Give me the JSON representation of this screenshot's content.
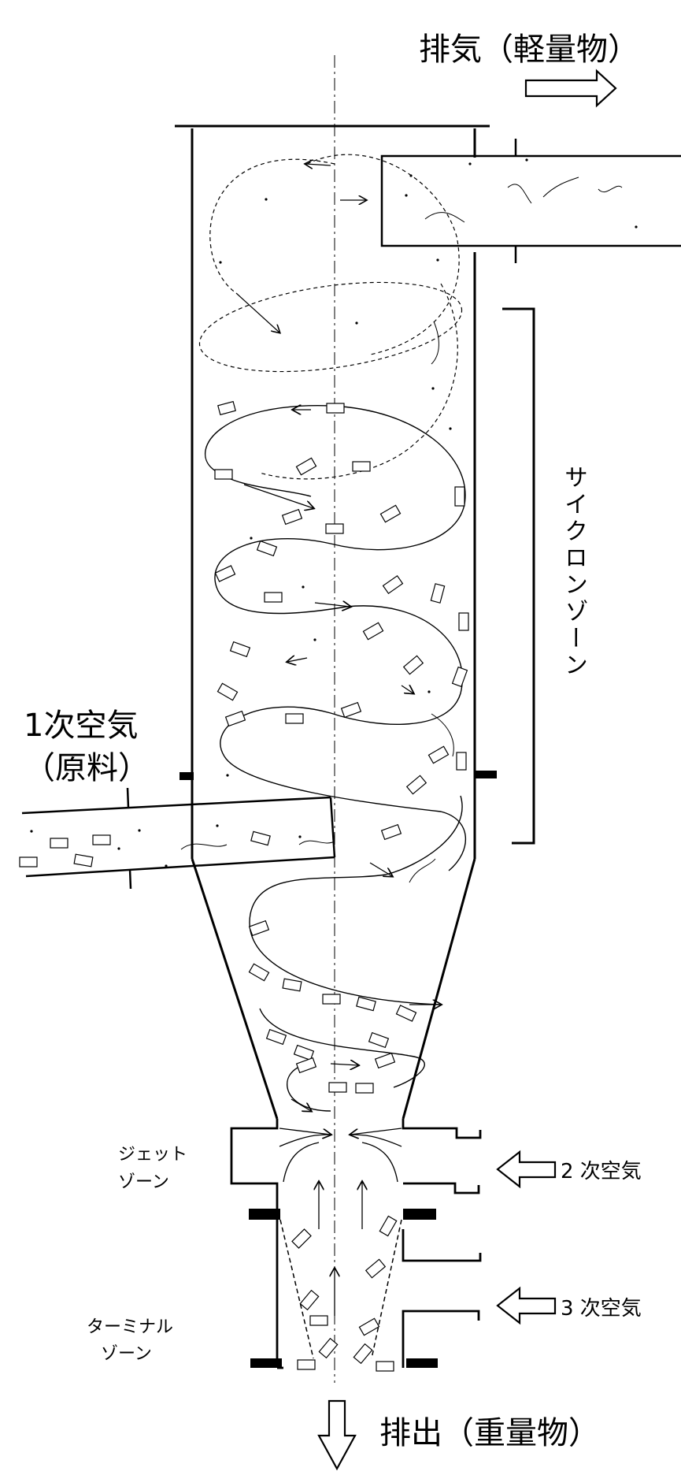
{
  "labels": {
    "exhaust": "排気（軽量物）",
    "primary_air_1": "1次空気",
    "primary_air_2": "（原料）",
    "cyclone_zone": "サイクロンゾーン",
    "jet_zone_1": "ジェット",
    "jet_zone_2": "ゾーン",
    "secondary_air": "2 次空気",
    "tertiary_air": "3 次空気",
    "terminal_zone_1": "ターミナル",
    "terminal_zone_2": "ゾーン",
    "discharge": "排出（重量物）"
  },
  "colors": {
    "line": "#000000",
    "background": "#ffffff"
  }
}
